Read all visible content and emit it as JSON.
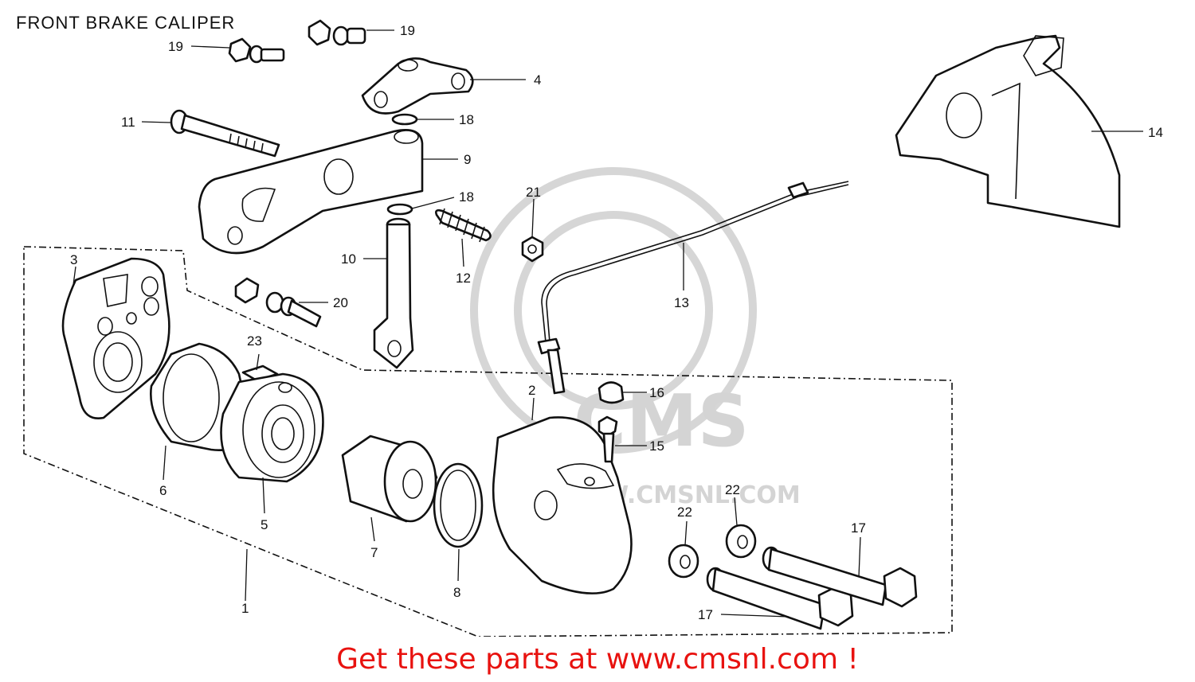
{
  "title": "FRONT BRAKE CALIPER",
  "cta": "Get these parts at www.cmsnl.com !",
  "watermark": {
    "brand": "CMS",
    "url": "WWW.CMSNL.COM"
  },
  "colors": {
    "cta": "#e8120f",
    "line": "#111111",
    "watermark": "#d4d4d4"
  },
  "callouts": [
    "1",
    "2",
    "3",
    "4",
    "5",
    "6",
    "7",
    "8",
    "9",
    "10",
    "11",
    "12",
    "13",
    "14",
    "15",
    "16",
    "17",
    "17",
    "18",
    "18",
    "19",
    "19",
    "20",
    "21",
    "22",
    "22",
    "23"
  ]
}
